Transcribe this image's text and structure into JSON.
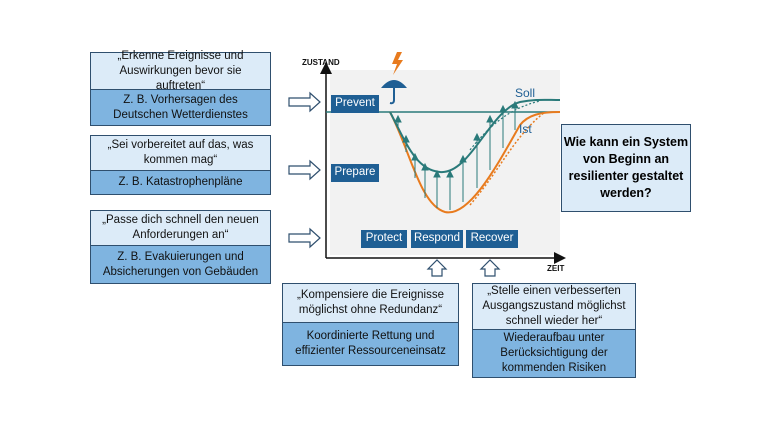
{
  "axes": {
    "y_label": "ZUSTAND",
    "x_label": "ZEIT"
  },
  "curves": {
    "soll": "Soll",
    "ist": "Ist"
  },
  "phases": {
    "prevent": "Prevent",
    "prepare": "Prepare",
    "protect": "Protect",
    "respond": "Respond",
    "recover": "Recover"
  },
  "left_boxes": [
    {
      "quote": "„Erkenne Ereignisse und Auswirkungen bevor sie auftreten“",
      "example": "Z. B. Vorhersagen des Deutschen Wetterdienstes"
    },
    {
      "quote": "„Sei vorbereitet auf das, was kommen mag“",
      "example": "Z. B. Katastrophenpläne"
    },
    {
      "quote": "„Passe dich schnell den neuen Anforderungen an“",
      "example": "Z. B. Evakuierungen und Absicherungen von Gebäuden"
    }
  ],
  "bottom_boxes": [
    {
      "quote": "„Kompensiere die Ereignisse möglichst ohne Redundanz“",
      "example": "Koordinierte Rettung und effizienter Ressourceneinsatz"
    },
    {
      "quote": "„Stelle einen verbesserten Ausgangszustand möglichst schnell wieder her“",
      "example": "Wiederaufbau unter Berücksichtigung der kommenden Risiken"
    }
  ],
  "question": "Wie kann ein System von Beginn an resilienter gestaltet werden?",
  "colors": {
    "soll": "#2a7a7a",
    "ist": "#e87b1e",
    "phase_bg": "#1f5f94",
    "quote_bg": "#dcebf8",
    "example_bg": "#7fb4e0"
  }
}
